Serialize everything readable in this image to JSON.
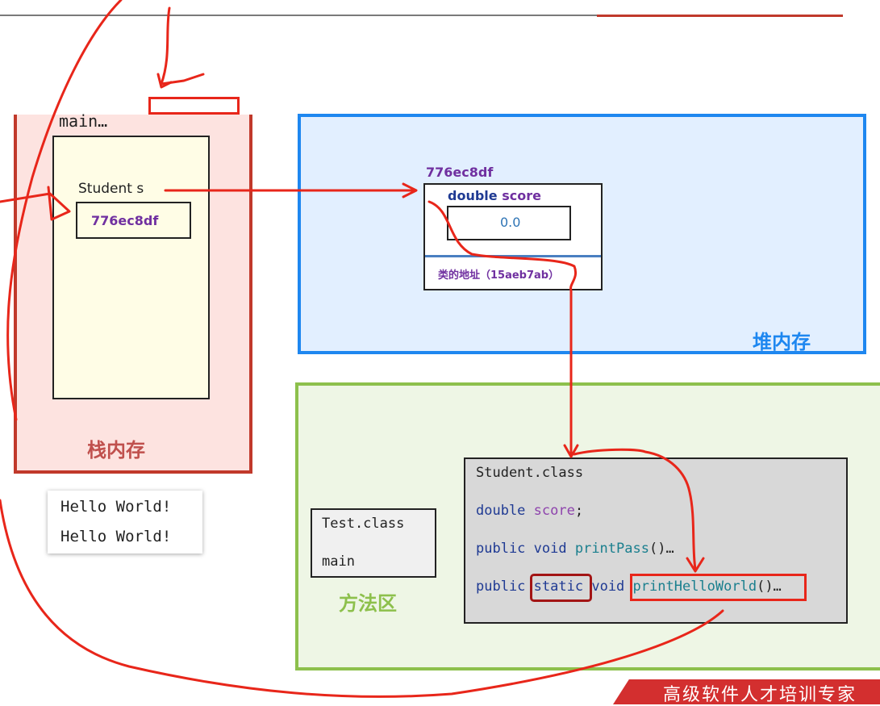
{
  "stack": {
    "label": "栈内存",
    "frame_label": "main…",
    "var_name": "Student  s",
    "var_value": "776ec8df"
  },
  "output": {
    "lines": [
      "Hello World!",
      "Hello World!"
    ]
  },
  "heap": {
    "label": "堆内存",
    "object_address": "776ec8df",
    "field_type": "double",
    "field_name": "score",
    "field_value": "0.0",
    "class_address": "类的地址（15aeb7ab）"
  },
  "method_area": {
    "label": "方法区",
    "test_class": {
      "title": "Test.class",
      "member": "main"
    },
    "student_class": {
      "title": "Student.class",
      "field_kw": "double",
      "field_name": "score",
      "field_end": ";",
      "m1_kw": "public void",
      "m1_name": "printPass",
      "m2_kw1": "public",
      "m2_static": "static",
      "m2_kw2": "void",
      "m2_name": "printHelloWorld",
      "call_suffix": "()…"
    }
  },
  "footer": {
    "text": "高级软件人才培训专家"
  },
  "colors": {
    "annotation_red": "#e8261a",
    "stack": "#c1392b",
    "heap": "#1e87f0",
    "method_area": "#8dc04c"
  }
}
